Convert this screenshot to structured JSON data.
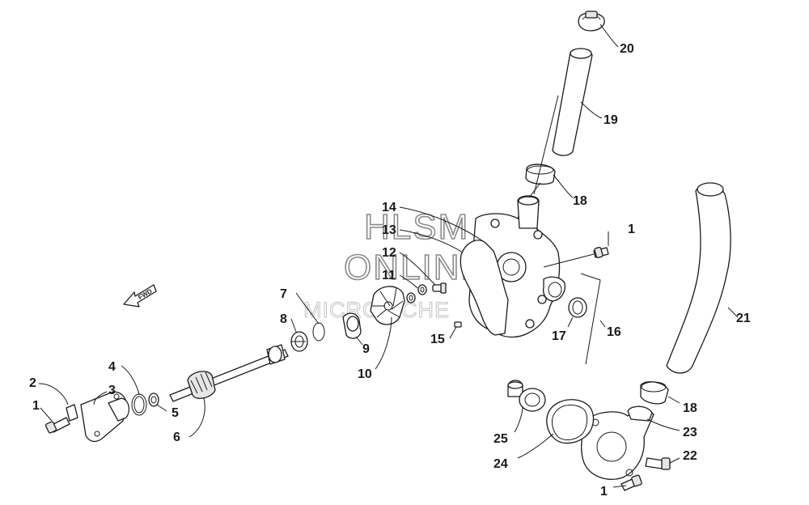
{
  "watermark": {
    "line1": "HLSM",
    "line2": "ONLINE",
    "line3": "MICROFICHE"
  },
  "direction_marker": {
    "label": "FWD",
    "icon": "arrow-left-icon"
  },
  "callouts": [
    {
      "id": "c1a",
      "label": "1"
    },
    {
      "id": "c2",
      "label": "2"
    },
    {
      "id": "c3",
      "label": "3"
    },
    {
      "id": "c4",
      "label": "4"
    },
    {
      "id": "c5",
      "label": "5"
    },
    {
      "id": "c6",
      "label": "6"
    },
    {
      "id": "c7",
      "label": "7"
    },
    {
      "id": "c8",
      "label": "8"
    },
    {
      "id": "c9",
      "label": "9"
    },
    {
      "id": "c10",
      "label": "10"
    },
    {
      "id": "c11",
      "label": "11"
    },
    {
      "id": "c12",
      "label": "12"
    },
    {
      "id": "c13",
      "label": "13"
    },
    {
      "id": "c14",
      "label": "14"
    },
    {
      "id": "c15",
      "label": "15"
    },
    {
      "id": "c16",
      "label": "16"
    },
    {
      "id": "c17",
      "label": "17"
    },
    {
      "id": "c18a",
      "label": "18"
    },
    {
      "id": "c18b",
      "label": "18"
    },
    {
      "id": "c19",
      "label": "19"
    },
    {
      "id": "c20",
      "label": "20"
    },
    {
      "id": "c21",
      "label": "21"
    },
    {
      "id": "c22",
      "label": "22"
    },
    {
      "id": "c23",
      "label": "23"
    },
    {
      "id": "c24",
      "label": "24"
    },
    {
      "id": "c25",
      "label": "25"
    },
    {
      "id": "c1b",
      "label": "1"
    },
    {
      "id": "c1c",
      "label": "1"
    }
  ]
}
